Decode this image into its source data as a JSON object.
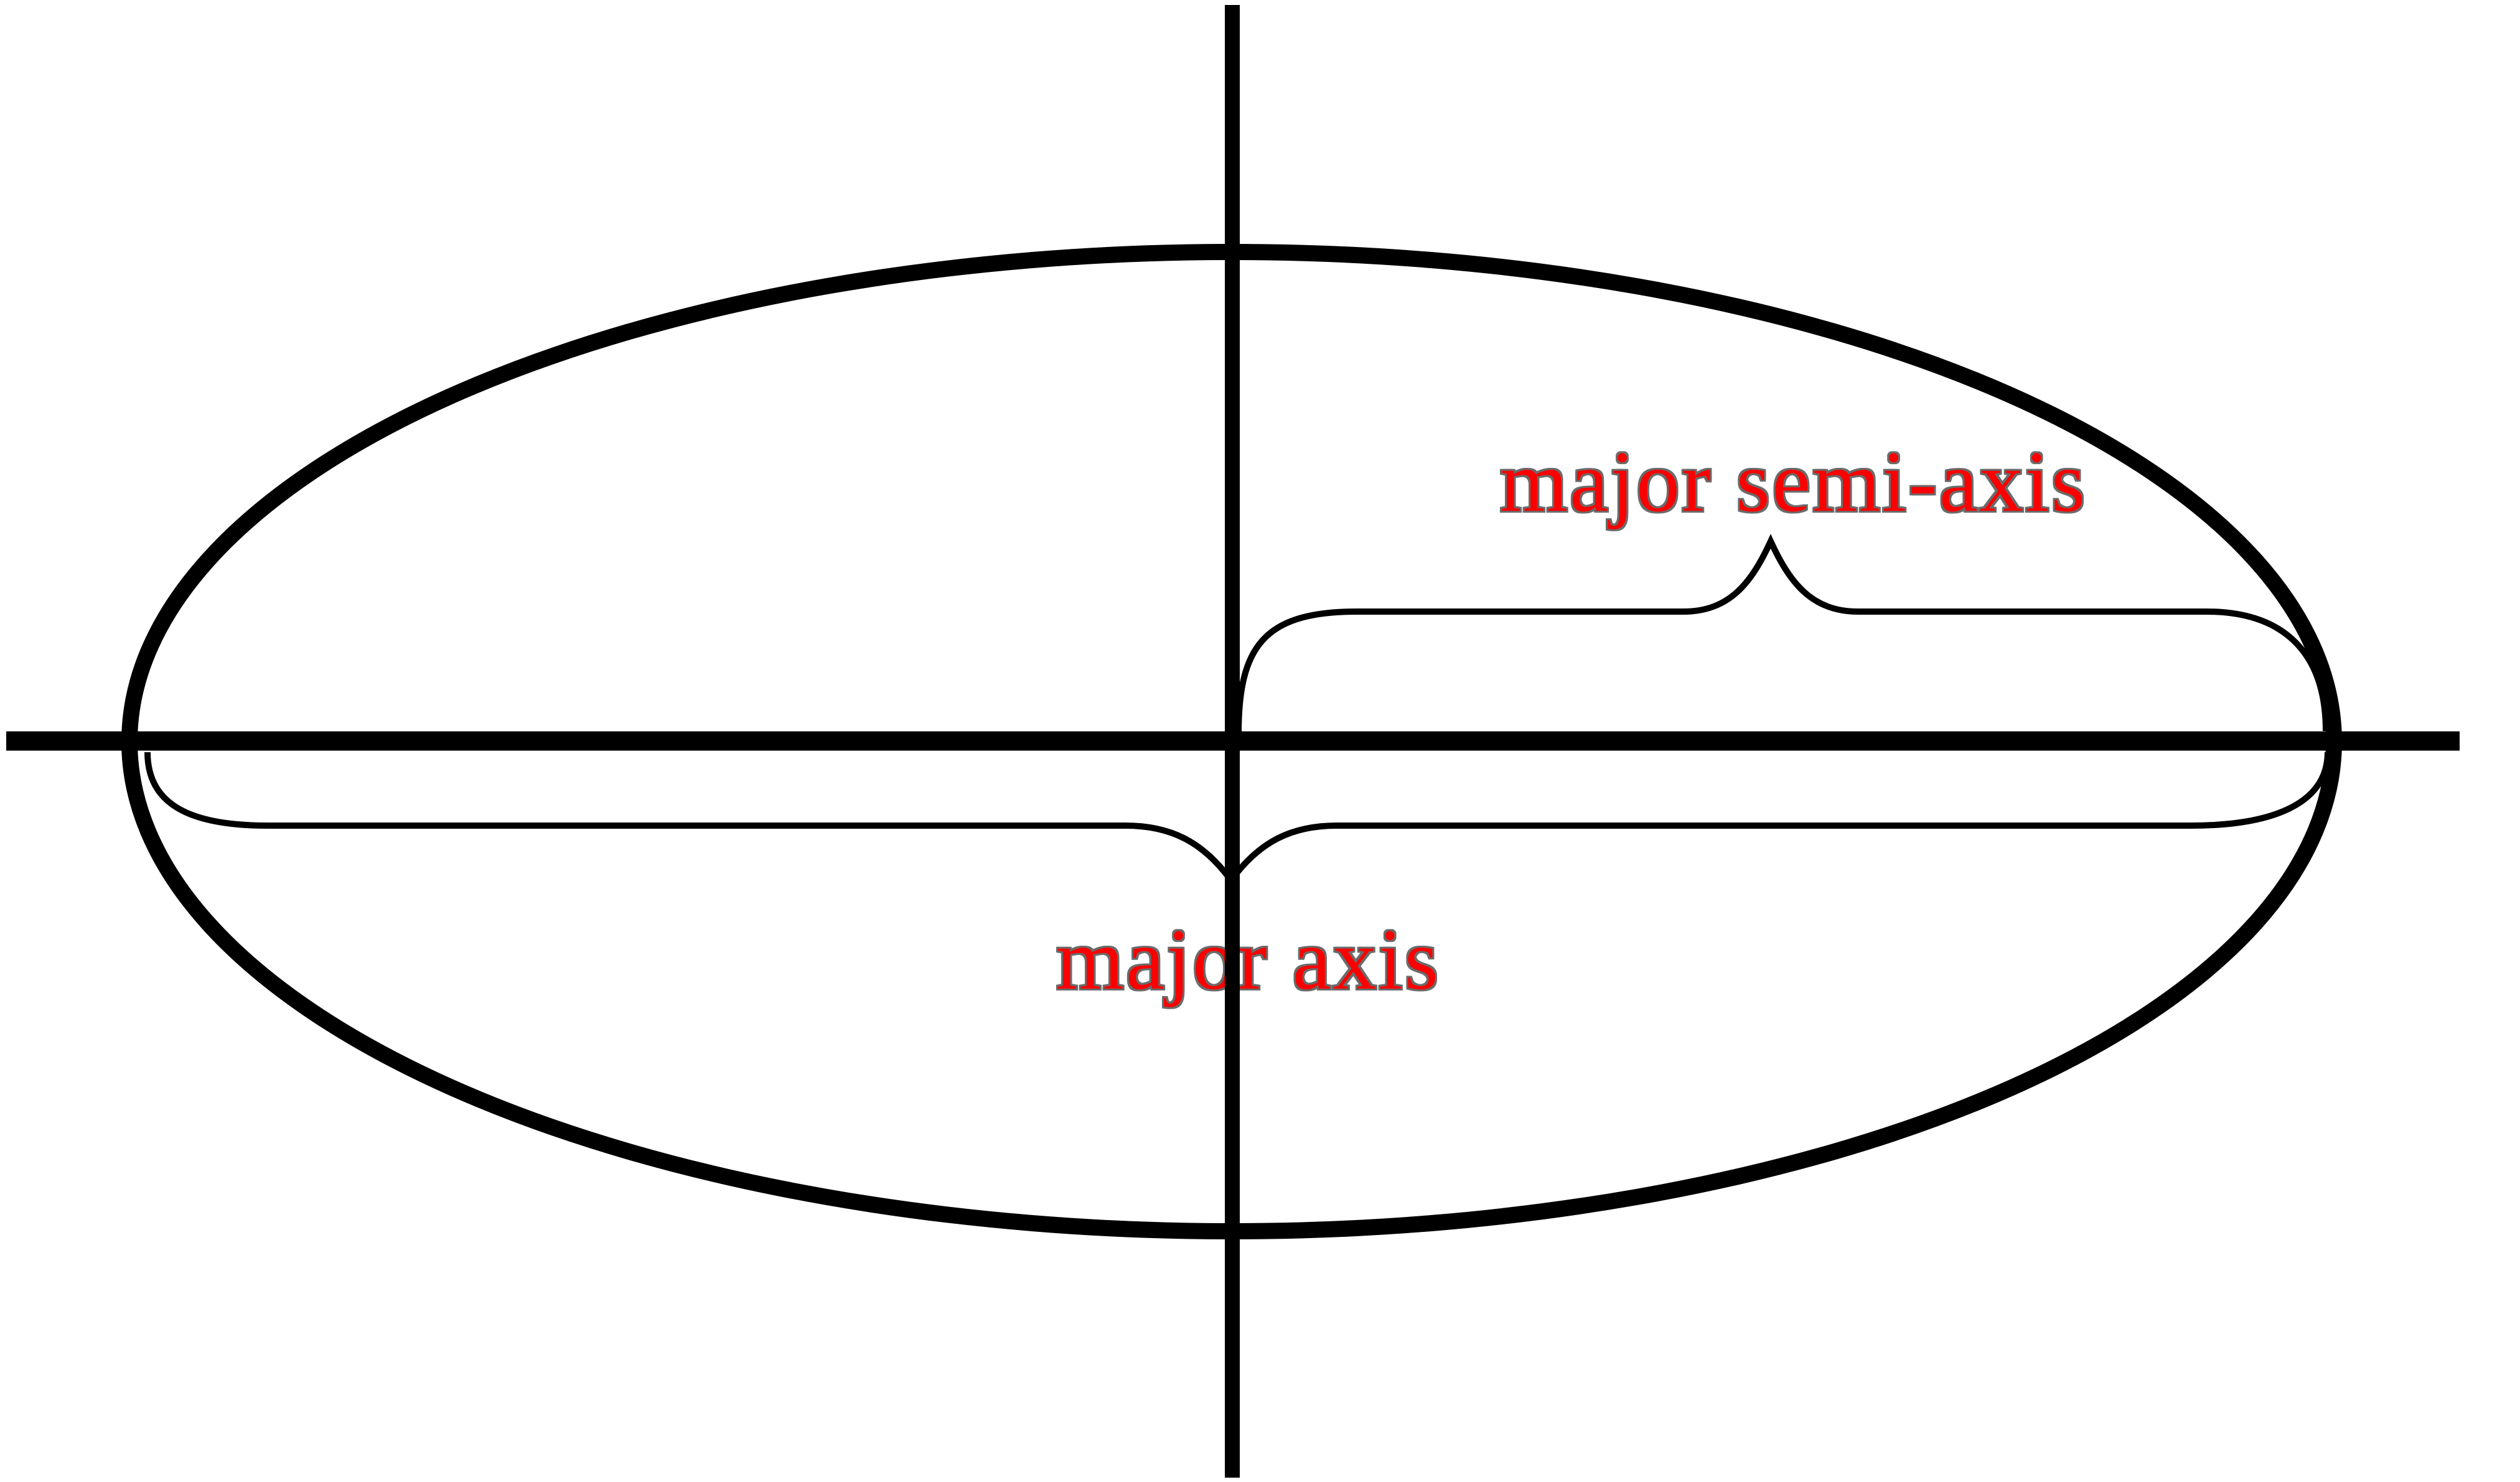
{
  "diagram": {
    "description": "Ellipse with coordinate axes showing the major axis and the major semi-axis indicated by curly braces",
    "background_color": "#ffffff",
    "line_color": "#000000",
    "label_color": "#fa0000",
    "labels": {
      "major_semi_axis": "major semi-axis",
      "major_axis": "major axis"
    },
    "shapes": {
      "ellipse": "ellipse centered at axes origin",
      "x_axis": "horizontal axis through ellipse center",
      "y_axis": "vertical axis through ellipse center",
      "top_brace": "brace spanning from center to right vertex (major semi-axis)",
      "bottom_brace": "brace spanning from left vertex to right vertex (major axis)"
    }
  }
}
